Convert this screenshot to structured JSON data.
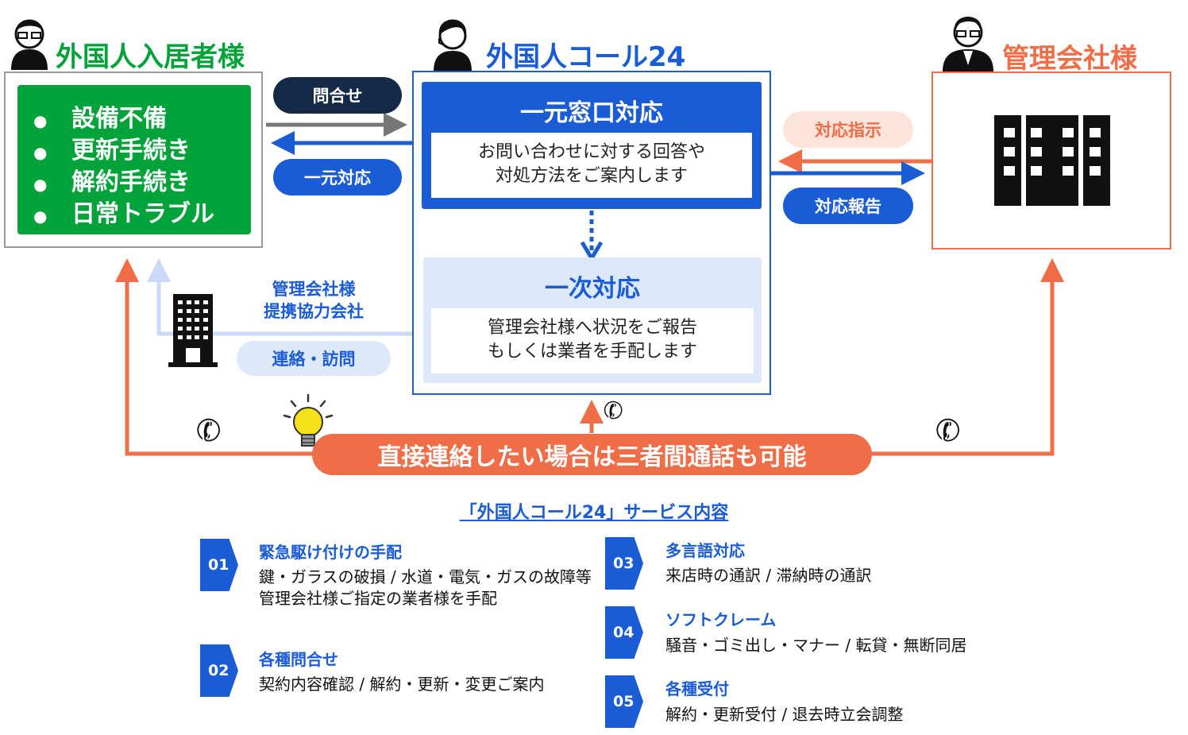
{
  "residents": {
    "title": "外国人入居者様",
    "items": [
      "設備不備",
      "更新手続き",
      "解約手続き",
      "日常トラブル"
    ]
  },
  "call_center": {
    "title": "外国人コール24",
    "primary": {
      "title": "一元窓口対応",
      "desc_line1": "お問い合わせに対する回答や",
      "desc_line2": "対処方法をご案内します"
    },
    "secondary": {
      "title": "一次対応",
      "desc_line1": "管理会社様へ状況をご報告",
      "desc_line2": "もしくは業者を手配します"
    }
  },
  "company": {
    "title": "管理会社様"
  },
  "labels": {
    "inquiry": "問合せ",
    "unified_response": "一元対応",
    "instruction": "対応指示",
    "report": "対応報告",
    "partner_line1": "管理会社様",
    "partner_line2": "提携協力会社",
    "contact_visit": "連絡・訪問",
    "three_way": "直接連絡したい場合は三者間通話も可能"
  },
  "services": {
    "heading": "「外国人コール24」サービス内容",
    "items": [
      {
        "num": "01",
        "title": "緊急駆け付けの手配",
        "line1": "鍵・ガラスの破損 / 水道・電気・ガスの故障等",
        "line2": "管理会社様ご指定の業者様を手配"
      },
      {
        "num": "02",
        "title": "各種問合せ",
        "line1": "契約内容確認 / 解約・更新・変更ご案内"
      },
      {
        "num": "03",
        "title": "多言語対応",
        "line1": "来店時の通訳 / 滞納時の通訳"
      },
      {
        "num": "04",
        "title": "ソフトクレーム",
        "line1": "騒音・ゴミ出し・マナー / 転貸・無断同居"
      },
      {
        "num": "05",
        "title": "各種受付",
        "line1": "解約・更新受付 / 退去時立会調整"
      }
    ]
  },
  "colors": {
    "green": "#00a33a",
    "blue": "#1a5bd6",
    "orange": "#ef6d47",
    "navy": "#142a46",
    "light_blue": "#dde8fa"
  }
}
